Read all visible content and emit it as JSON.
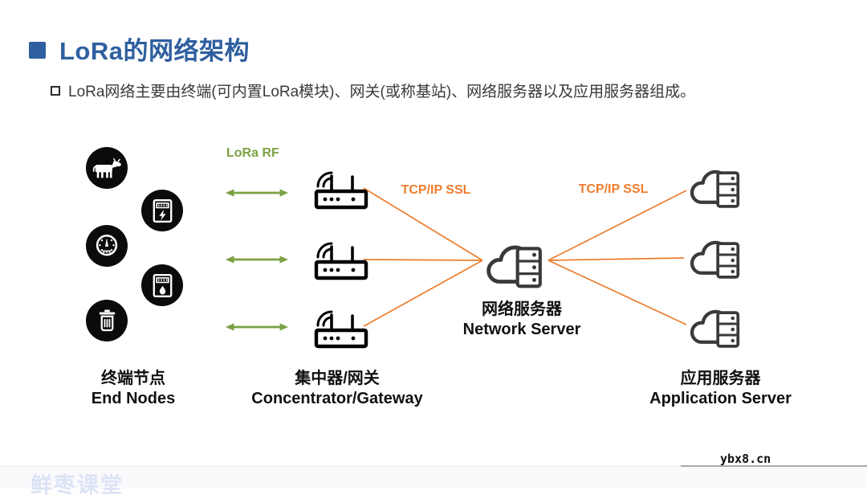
{
  "header": {
    "title": "LoRa的网络架构"
  },
  "intro": {
    "text": "LoRa网络主要由终端(可内置LoRa模块)、网关(或称基站)、网络服务器以及应用服务器组成。"
  },
  "diagram": {
    "lora_rf_label": "LoRa RF",
    "tcp_left_label": "TCP/IP SSL",
    "tcp_right_label": "TCP/IP SSL",
    "end_nodes": {
      "label_zh": "终端节点",
      "label_en": "End Nodes",
      "icons": [
        "cow-icon",
        "electric-meter-icon",
        "gauge-meter-icon",
        "gas-meter-icon",
        "trash-can-icon"
      ]
    },
    "gateways": {
      "label_zh": "集中器/网关",
      "label_en": "Concentrator/Gateway",
      "icon": "wifi-router-icon",
      "count": 3
    },
    "network_server": {
      "label_zh": "网络服务器",
      "label_en": "Network Server",
      "icon": "cloud-server-icon"
    },
    "app_servers": {
      "label_zh": "应用服务器",
      "label_en": "Application Server",
      "icon": "cloud-server-icon",
      "count": 3
    }
  },
  "footer": {
    "watermark": "鲜枣课堂",
    "site": "ybx8.cn"
  },
  "colors": {
    "title_blue": "#2E5F9E",
    "accent_orange": "#EE7D2E",
    "accent_green": "#7BA143",
    "icon_black": "#0B0B0B",
    "cloud_gray": "#3A3A3A",
    "watermark_lavender": "#DCE3F5"
  }
}
